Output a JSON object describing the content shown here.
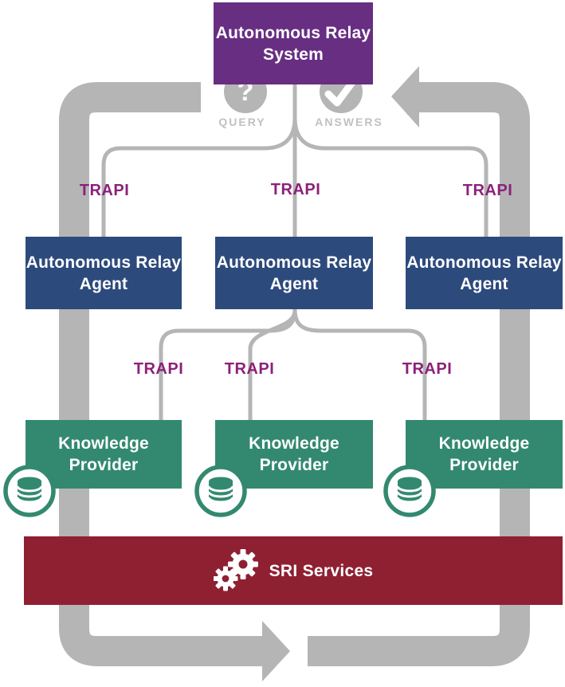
{
  "colors": {
    "purple": "#672E82",
    "navy": "#2D4A7C",
    "teal": "#33896F",
    "crimson": "#8E2032",
    "band_gray": "#B5B5B5",
    "trapi_magenta": "#8C2179",
    "muted_gray_label": "#C1C1C1"
  },
  "title_box": {
    "label": "Autonomous Relay System"
  },
  "flow": {
    "query": {
      "label": "QUERY",
      "glyph": "?"
    },
    "answers": {
      "label": "ANSWERS"
    }
  },
  "labels": {
    "trapi": "TRAPI"
  },
  "relay_agents": [
    {
      "label": "Autonomous Relay Agent"
    },
    {
      "label": "Autonomous Relay Agent"
    },
    {
      "label": "Autonomous Relay Agent"
    }
  ],
  "knowledge_providers": [
    {
      "label": "Knowledge Provider"
    },
    {
      "label": "Knowledge Provider"
    },
    {
      "label": "Knowledge Provider"
    }
  ],
  "sri": {
    "label": "SRI Services"
  }
}
